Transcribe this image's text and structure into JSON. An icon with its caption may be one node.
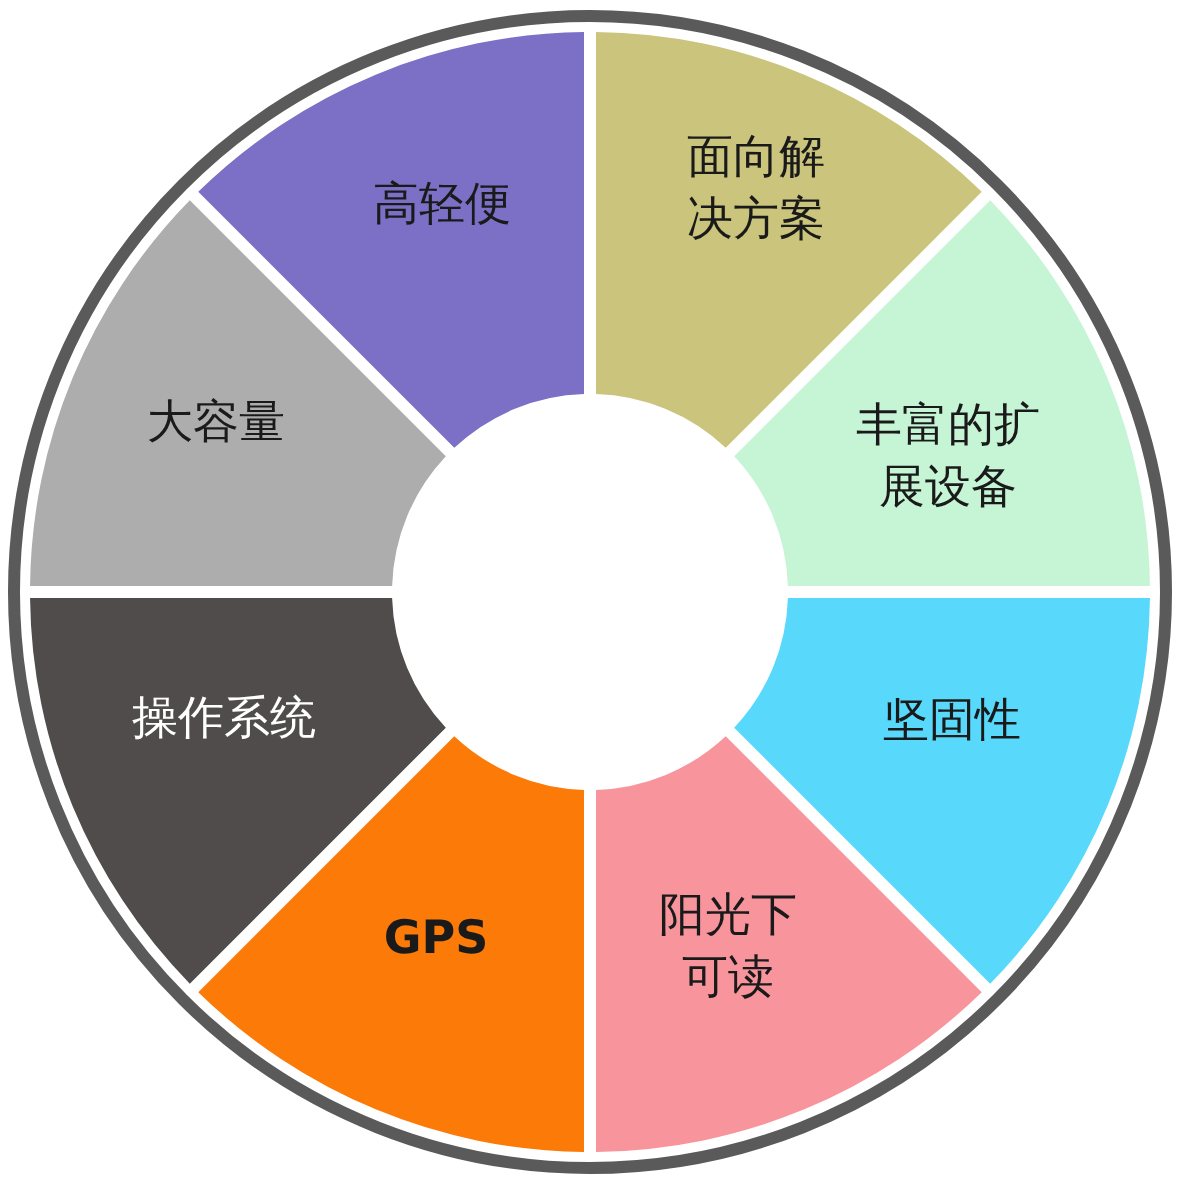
{
  "diagram": {
    "nodes": [
      {
        "text": [
          "高轻便"
        ]
      },
      {
        "text": [
          "面向解决方案"
        ]
      },
      {
        "text": [
          "丰富的扩展设备"
        ]
      },
      {
        "text": [
          "坚固性"
        ]
      },
      {
        "text": [
          "阳光下可读"
        ]
      },
      {
        "text": [
          "GPS"
        ]
      },
      {
        "text": [
          "操作系统"
        ]
      },
      {
        "text": [
          "大容量"
        ]
      }
    ]
  }
}
